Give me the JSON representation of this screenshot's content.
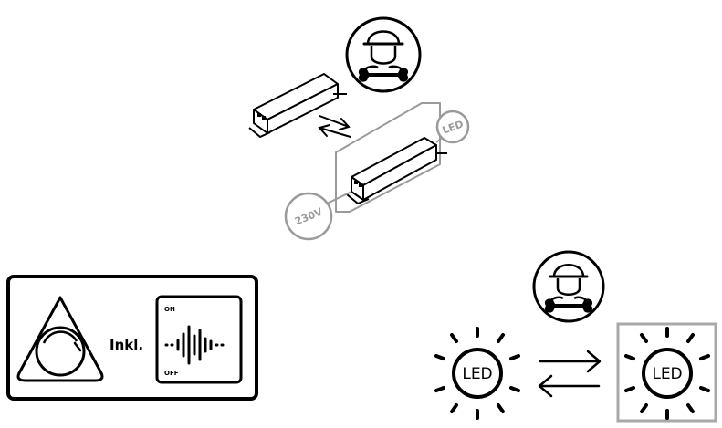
{
  "labels": {
    "led_small": "LED",
    "mains": "230V",
    "inkl": "Inkl.",
    "switch_on": "ON",
    "switch_off": "OFF",
    "led_bulb_left": "LED",
    "led_bulb_right": "LED"
  },
  "icons": {
    "technician_top": "technician-wrench-icon",
    "technician_bottom": "technician-wrench-icon",
    "swap_arrows": "swap-arrows-icon",
    "dimmer": "dimmer-knob-icon",
    "sound_wave": "sound-wave-icon",
    "led_bulb": "led-sun-icon"
  },
  "colors": {
    "stroke": "#000000",
    "grey": "#9a9a9a",
    "highlight_box": "#a8a8a8"
  }
}
